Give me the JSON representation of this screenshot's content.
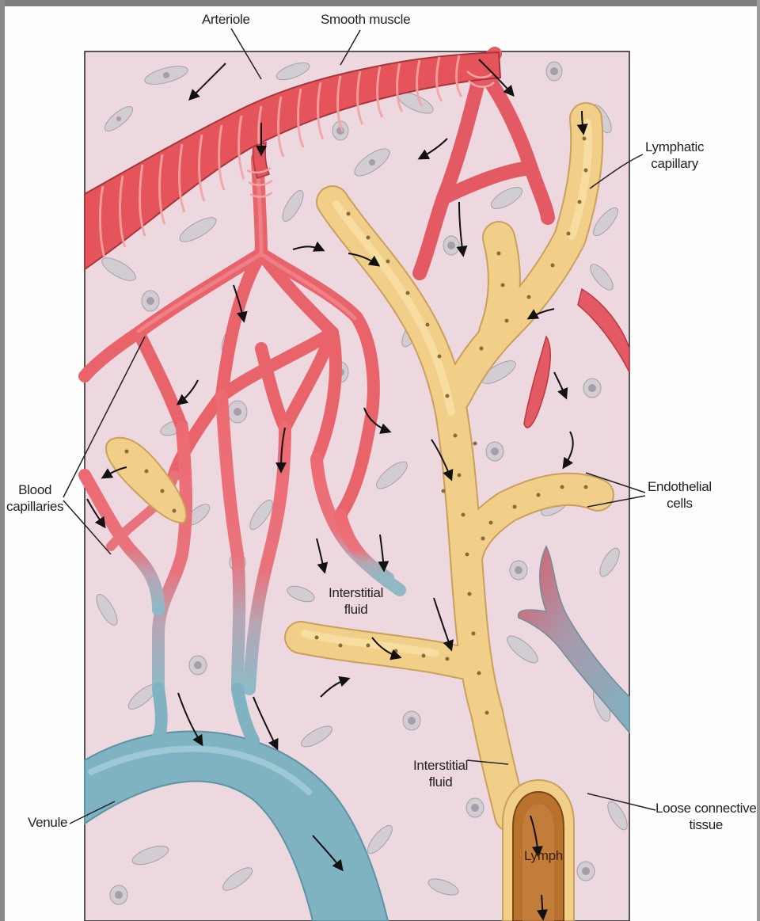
{
  "labels": {
    "arteriole": "Arteriole",
    "smooth_muscle": "Smooth muscle",
    "lymphatic_capillary": [
      "Lymphatic",
      "capillary"
    ],
    "blood_capillaries": [
      "Blood",
      "capillaries"
    ],
    "endothelial_cells": [
      "Endothelial",
      "cells"
    ],
    "interstitial_fluid_upper": [
      "Interstitial",
      "fluid"
    ],
    "interstitial_fluid_lower": [
      "Interstitial",
      "fluid"
    ],
    "venule": "Venule",
    "loose_connective_tissue": [
      "Loose connective",
      "tissue"
    ],
    "lymph": "Lymph"
  },
  "colors": {
    "tissue": "#ecd8de",
    "arteriole": "#e4545a",
    "arteriole_dark": "#b83a42",
    "capillary": "#ee6a72",
    "lymphatic": "#f1cf88",
    "lymphatic_dark": "#c9a05c",
    "venule": "#7fb3c2",
    "venule_light": "#a6cdd8",
    "lymph_vessel": "#b9722e",
    "cell": "#c9c4cb"
  }
}
